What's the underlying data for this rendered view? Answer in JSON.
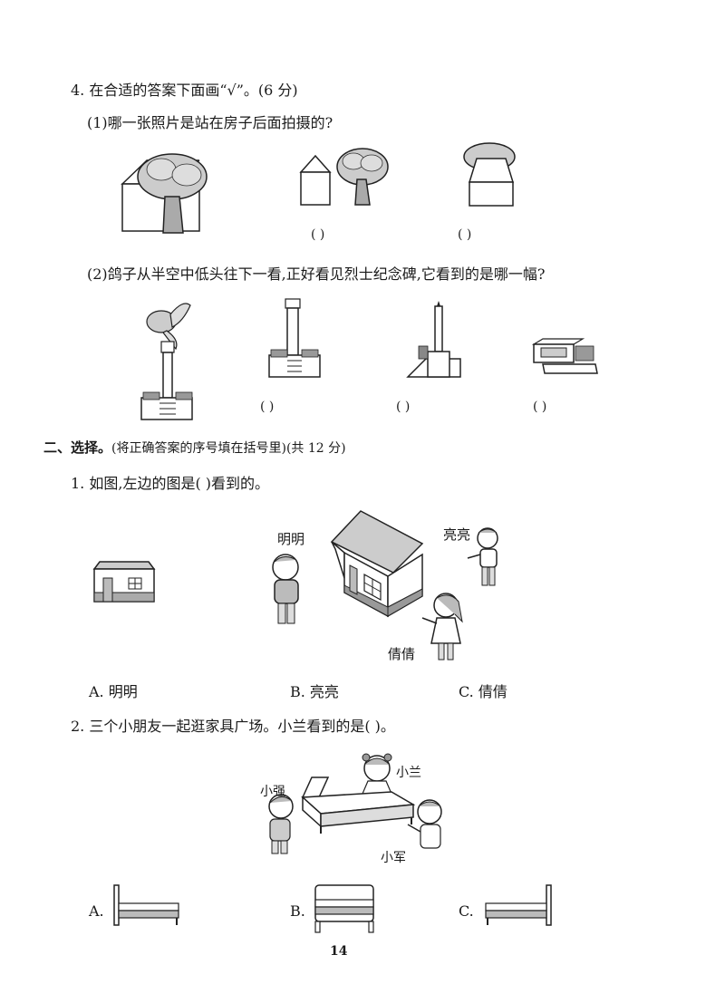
{
  "q4": {
    "title": "4. 在合适的答案下面画“√”。(6 分)",
    "sub1": "(1)哪一张照片是站在房子后面拍摄的?",
    "sub2": "(2)鸽子从半空中低头往下一看,正好看见烈士纪念碑,它看到的是哪一幅?",
    "blank": "(        )"
  },
  "section2": {
    "heading": "二、选择。",
    "note": "(将正确答案的序号填在括号里)(共 12 分)"
  },
  "c1": {
    "question": "1. 如图,左边的图是(        )看到的。",
    "names": [
      "明明",
      "亮亮",
      "倩倩"
    ],
    "options": [
      "A. 明明",
      "B. 亮亮",
      "C. 倩倩"
    ]
  },
  "c2": {
    "question": "2. 三个小朋友一起逛家具广场。小兰看到的是(        )。",
    "names": [
      "小强",
      "小兰",
      "小军"
    ],
    "options": [
      "A.",
      "B.",
      "C."
    ]
  },
  "page_number": "14"
}
